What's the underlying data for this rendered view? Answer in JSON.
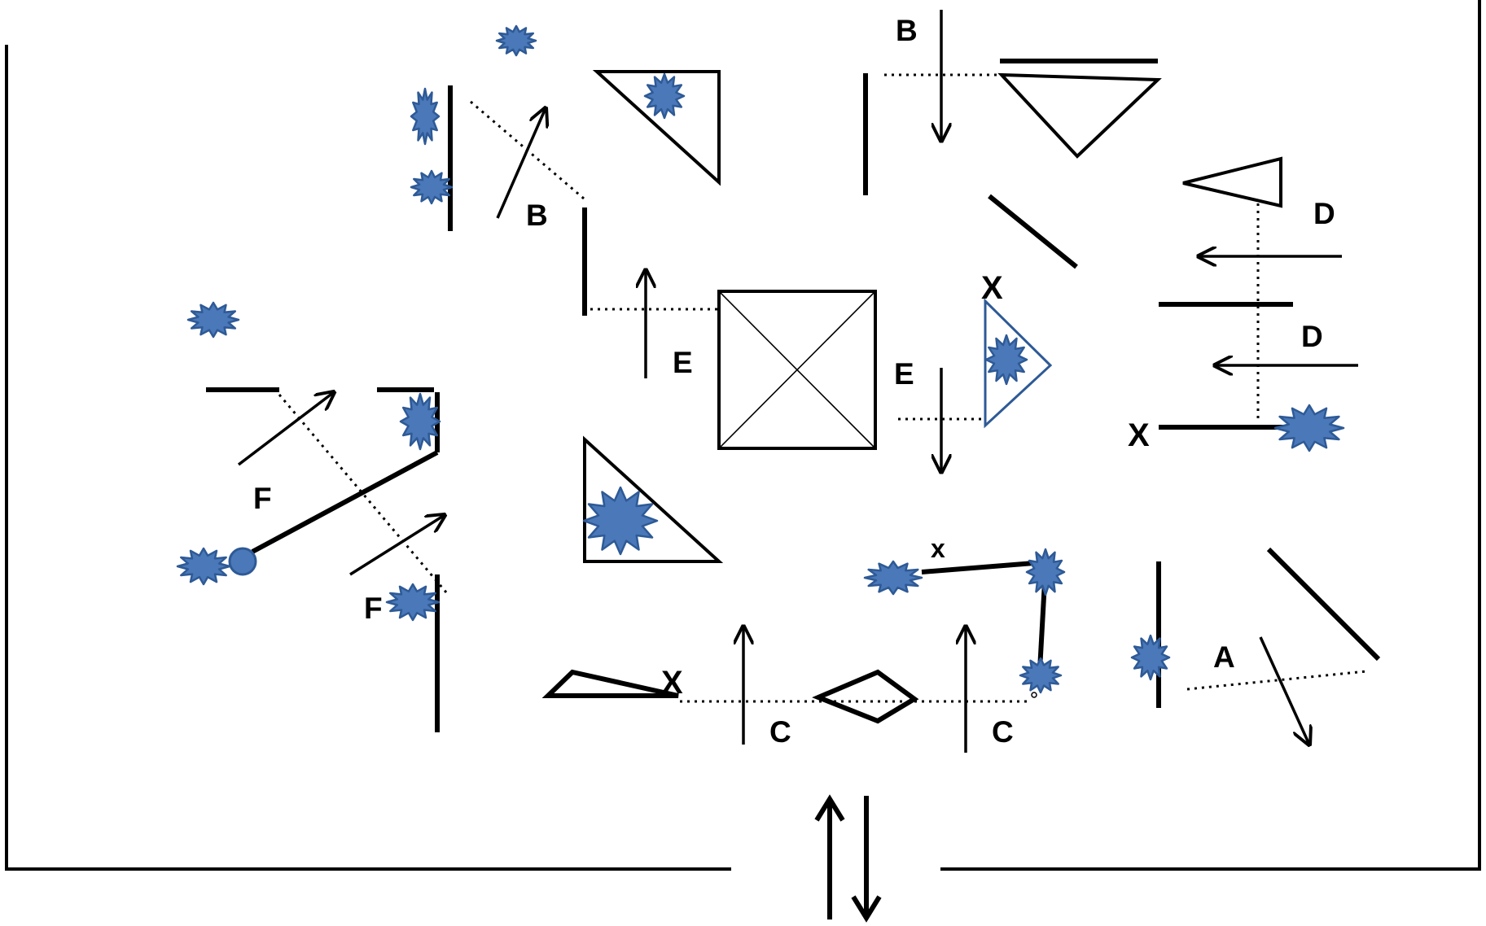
{
  "labels": {
    "a": "A",
    "b_top": "B",
    "b_left": "B",
    "c_left": "C",
    "c_right": "C",
    "d_top": "D",
    "d_bottom": "D",
    "e_left": "E",
    "e_right": "E",
    "f_top": "F",
    "f_bottom": "F",
    "x_triangle": "X",
    "x_right": "X",
    "x_bottom_left": "X",
    "x_small": "x"
  },
  "colors": {
    "ink": "#000000",
    "splat_fill": "#4a78b8",
    "splat_stroke": "#2e5a96",
    "outline_blue": "#2e5a96"
  }
}
